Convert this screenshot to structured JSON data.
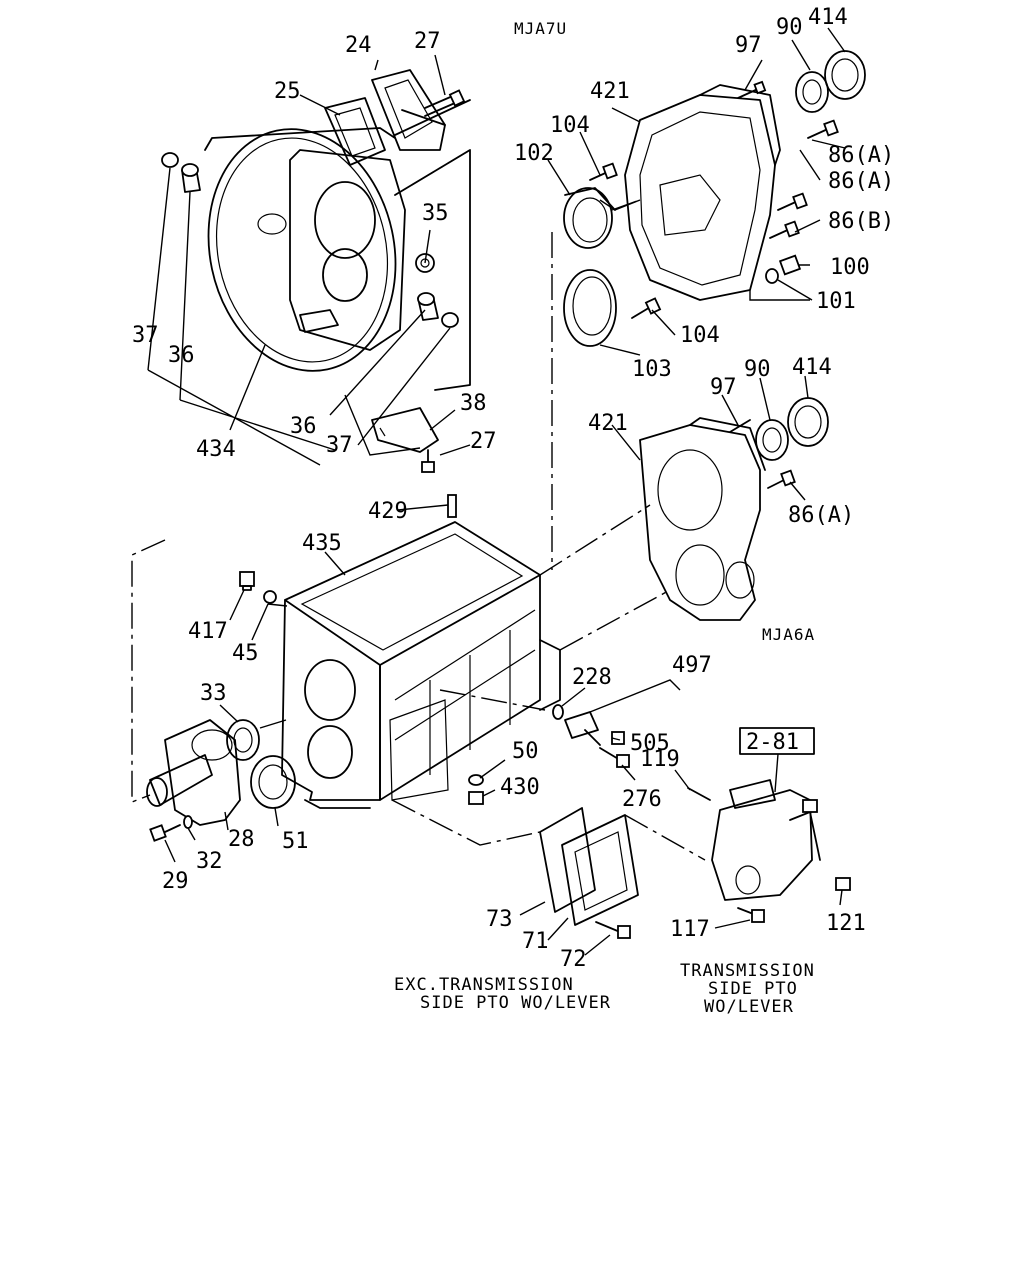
{
  "model_codes": {
    "top": "MJA7U",
    "right": "MJA6A"
  },
  "reference": "2-81",
  "notes": {
    "left_line1": "EXC.TRANSMISSION",
    "left_line2": "SIDE PTO WO/LEVER",
    "right_line1": "TRANSMISSION",
    "right_line2": "SIDE PTO",
    "right_line3": "WO/LEVER"
  },
  "callouts": {
    "p24": "24",
    "p27a": "27",
    "p25": "25",
    "p35": "35",
    "p37a": "37",
    "p36a": "36",
    "p434": "434",
    "p36b": "36",
    "p37b": "37",
    "p38": "38",
    "p27b": "27",
    "p97a": "97",
    "p90a": "90",
    "p414a": "414",
    "p421a": "421",
    "p104a": "104",
    "p102": "102",
    "p86a1": "86(A)",
    "p86a2": "86(A)",
    "p86b": "86(B)",
    "p100": "100",
    "p101": "101",
    "p104b": "104",
    "p103": "103",
    "p97b": "97",
    "p90b": "90",
    "p414b": "414",
    "p421b": "421",
    "p86a3": "86(A)",
    "p429": "429",
    "p435": "435",
    "p417": "417",
    "p45": "45",
    "p33": "33",
    "p228": "228",
    "p497": "497",
    "p505": "505",
    "p50": "50",
    "p430": "430",
    "p119": "119",
    "p276": "276",
    "p28": "28",
    "p51": "51",
    "p29": "29",
    "p32": "32",
    "p73": "73",
    "p71": "71",
    "p72": "72",
    "p117": "117",
    "p121": "121"
  }
}
